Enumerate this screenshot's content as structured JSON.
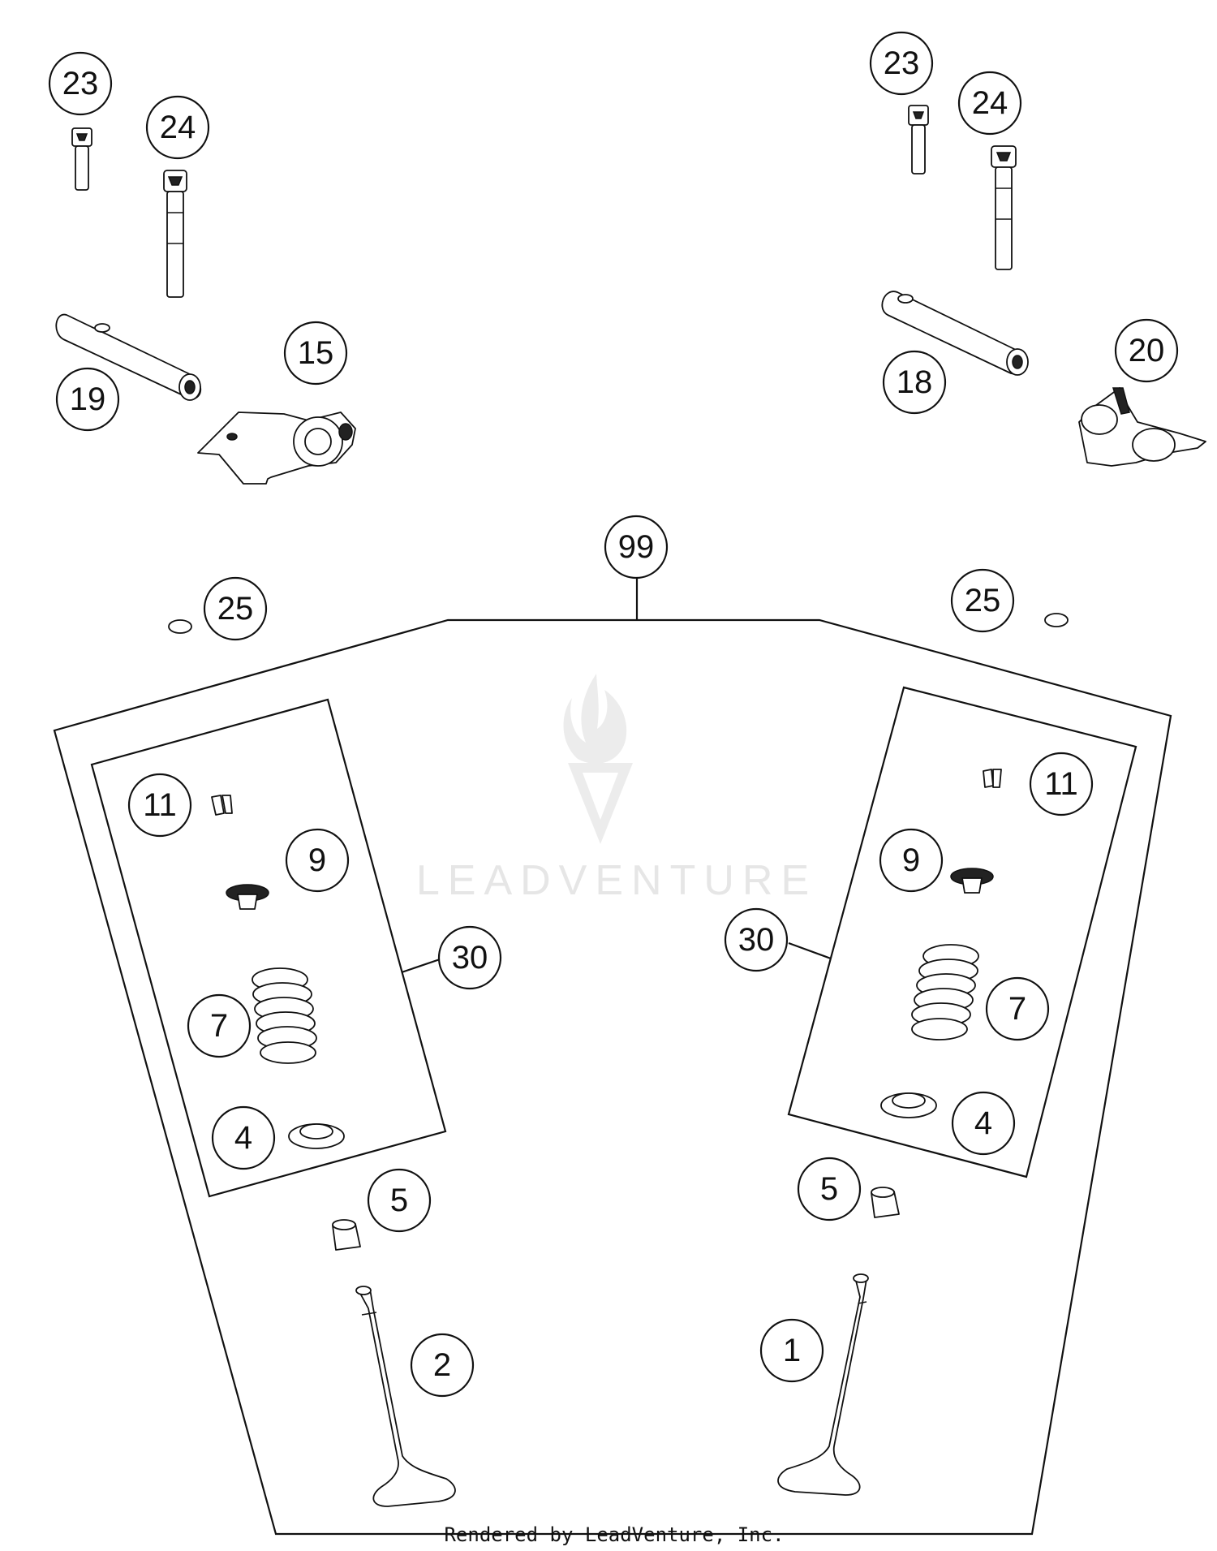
{
  "callouts": {
    "c23_left": "23",
    "c24_left": "24",
    "c19": "19",
    "c15": "15",
    "c23_right": "23",
    "c24_right": "24",
    "c18": "18",
    "c20": "20",
    "c99": "99",
    "c25_left": "25",
    "c25_right": "25",
    "c11_left": "11",
    "c9_left": "9",
    "c30_left": "30",
    "c7_left": "7",
    "c4_left": "4",
    "c5_left": "5",
    "c2": "2",
    "c11_right": "11",
    "c9_right": "9",
    "c30_right": "30",
    "c7_right": "7",
    "c4_right": "4",
    "c5_right": "5",
    "c1": "1"
  },
  "watermark": {
    "brand": "LEADVENTURE"
  },
  "footer": {
    "credit": "Rendered by LeadVenture, Inc."
  },
  "colors": {
    "line": "#111111",
    "watermark": "#e6e6e6",
    "background": "#ffffff"
  }
}
